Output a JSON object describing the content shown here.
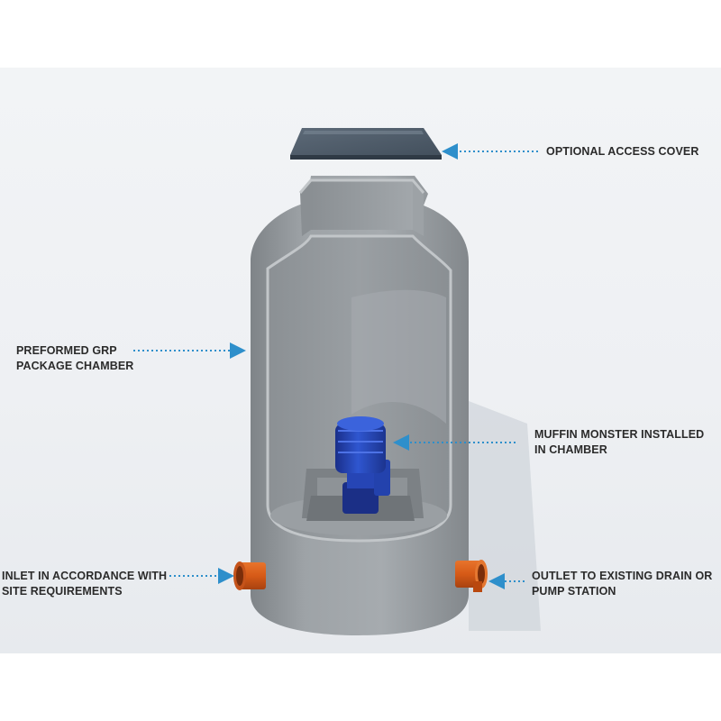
{
  "labels": {
    "access_cover": [
      "OPTIONAL ACCESS COVER"
    ],
    "chamber": [
      "PREFORMED GRP",
      "PACKAGE CHAMBER"
    ],
    "muffin_monster": [
      "MUFFIN MONSTER INSTALLED",
      "IN CHAMBER"
    ],
    "inlet": [
      "INLET IN ACCORDANCE WITH",
      "SITE REQUIREMENTS"
    ],
    "outlet": [
      "OUTLET TO EXISTING DRAIN OR",
      "PUMP STATION"
    ]
  },
  "colors": {
    "arrow": "#2e8fcb",
    "chamber": "#8d9296",
    "pipe": "#d9601c",
    "pump": "#2346b8",
    "text": "#2b2b2b"
  }
}
